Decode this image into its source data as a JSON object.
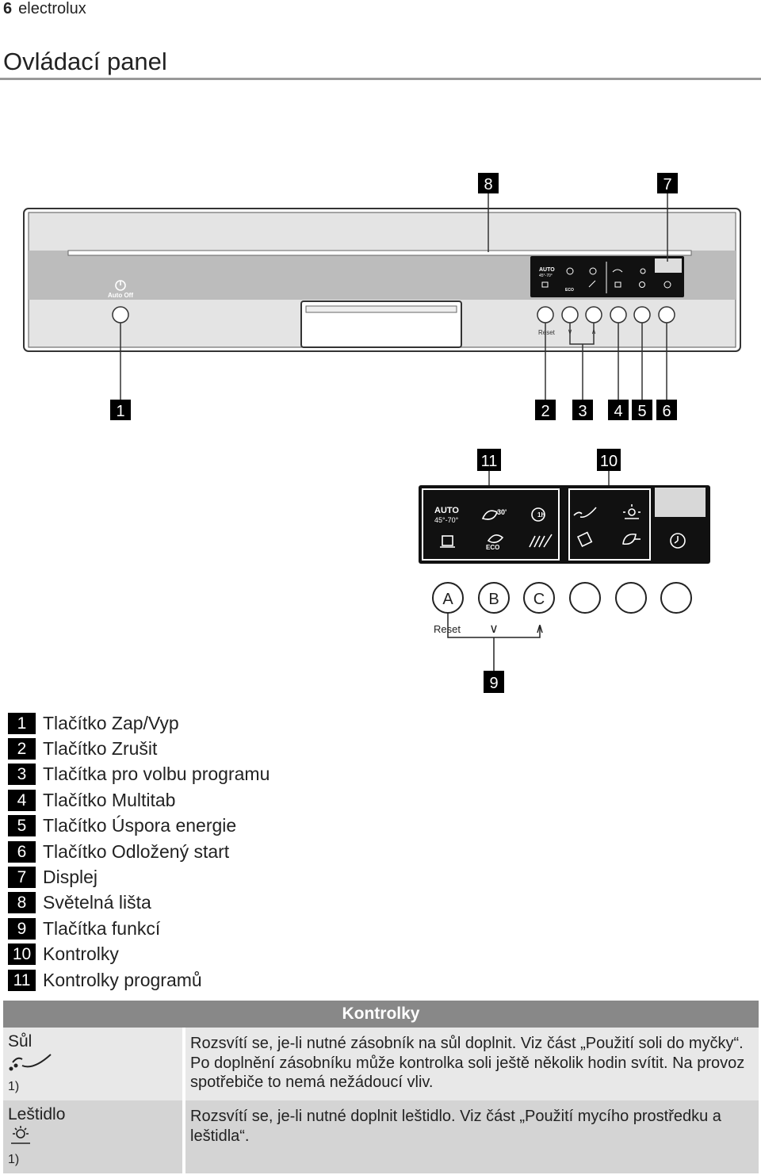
{
  "header": {
    "page_number": "6",
    "brand": "electrolux"
  },
  "section_title": "Ovládací panel",
  "top_panel": {
    "callouts": [
      "8",
      "7",
      "1",
      "2",
      "3",
      "4",
      "5",
      "6"
    ],
    "auto_off_label": "Auto Off",
    "reset_label": "Reset",
    "auto_label": "AUTO",
    "temp_label": "45°-70°",
    "eco_label": "ECO"
  },
  "detail_panel": {
    "callouts": [
      "11",
      "10",
      "9"
    ],
    "auto_label": "AUTO",
    "temp_label": "45°-70°",
    "eco_label": "ECO",
    "label_30": "30'",
    "label_1h": "1h",
    "buttons": [
      "A",
      "B",
      "C"
    ],
    "reset_label": "Reset",
    "icons": [
      "auto-program-icon",
      "quick-30-icon",
      "timer-1h-icon",
      "salt-icon",
      "rinse-aid-icon",
      "glass-rack-icon",
      "eco-icon",
      "spray-icon",
      "multitab-icon",
      "energy-save-icon",
      "clock-icon"
    ]
  },
  "legend": [
    {
      "num": "1",
      "text": "Tlačítko Zap/Vyp"
    },
    {
      "num": "2",
      "text": "Tlačítko Zrušit"
    },
    {
      "num": "3",
      "text": "Tlačítka pro volbu programu"
    },
    {
      "num": "4",
      "text": "Tlačítko Multitab"
    },
    {
      "num": "5",
      "text": "Tlačítko Úspora energie"
    },
    {
      "num": "6",
      "text": "Tlačítko Odložený start"
    },
    {
      "num": "7",
      "text": "Displej"
    },
    {
      "num": "8",
      "text": "Světelná lišta"
    },
    {
      "num": "9",
      "text": "Tlačítka funkcí"
    },
    {
      "num": "10",
      "text": "Kontrolky"
    },
    {
      "num": "11",
      "text": "Kontrolky programů"
    }
  ],
  "table": {
    "header": "Kontrolky",
    "rows": [
      {
        "name": "Sůl",
        "note": "1)",
        "desc": "Rozsvítí se, je-li nutné zásobník na sůl doplnit. Viz část „Použití soli do myčky“. Po doplnění zásobníku může kontrolka soli ještě několik hodin svítit. Na provoz spotřebiče to nemá nežádoucí vliv."
      },
      {
        "name": "Leštidlo",
        "note": "1)",
        "desc": "Rozsvítí se, je-li nutné doplnit leštidlo. Viz část „Použití mycího prostředku a leštidla“."
      }
    ]
  }
}
